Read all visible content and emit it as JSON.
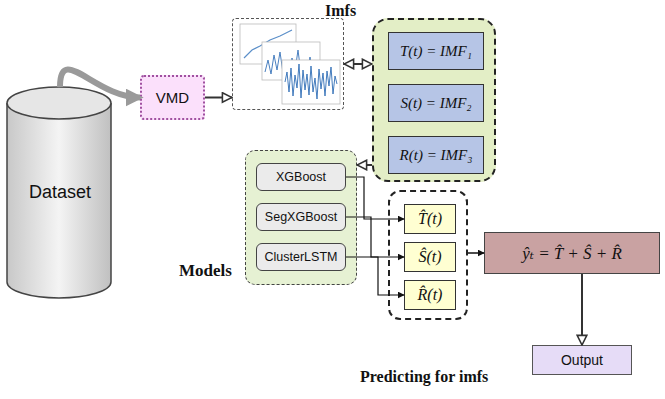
{
  "diagram": {
    "nodes": [
      {
        "text": [
          "Dataset"
        ]
      },
      {
        "text": [
          "VMD"
        ]
      },
      {
        "text": [
          "Imfs"
        ]
      },
      {
        "text": []
      },
      {
        "text": [
          "T(t) = IMF₁"
        ],
        "in": 3
      },
      {
        "text": [
          "S(t) = IMF₂"
        ],
        "in": 3
      },
      {
        "text": [
          "R(t) = IMF₃"
        ],
        "in": 3
      },
      {
        "text": [
          "Models"
        ]
      },
      {
        "text": [
          "XGBoost"
        ],
        "in": 7
      },
      {
        "text": [
          "SegXGBoost"
        ],
        "in": 7
      },
      {
        "text": [
          "ClusterLSTM"
        ],
        "in": 7
      },
      {
        "text": [
          "Predicting for imfs"
        ]
      },
      {
        "text": [
          "T̂(t)"
        ],
        "in": 11
      },
      {
        "text": [
          "Ŝ(t)"
        ],
        "in": 11
      },
      {
        "text": [
          "R̂(t)"
        ],
        "in": 11
      },
      {
        "text": [
          "ŷₜ = T̂ + Ŝ + R̂"
        ]
      },
      {
        "text": [
          "Output"
        ]
      }
    ],
    "edges": [
      {
        "from": 0,
        "to": 1,
        "arrow": "to"
      },
      {
        "from": 1,
        "to": 2,
        "arrow": "to"
      },
      {
        "from": 2,
        "to": 3,
        "arrow": "both"
      },
      {
        "from": 3,
        "to": 7,
        "arrow": "to"
      },
      {
        "from": 8,
        "to": 12,
        "arrow": "to"
      },
      {
        "from": 9,
        "to": 13,
        "arrow": "to"
      },
      {
        "from": 10,
        "to": 14,
        "arrow": "to"
      },
      {
        "from": 11,
        "to": 15,
        "arrow": "to"
      },
      {
        "from": 15,
        "to": 16,
        "arrow": "to"
      }
    ]
  }
}
